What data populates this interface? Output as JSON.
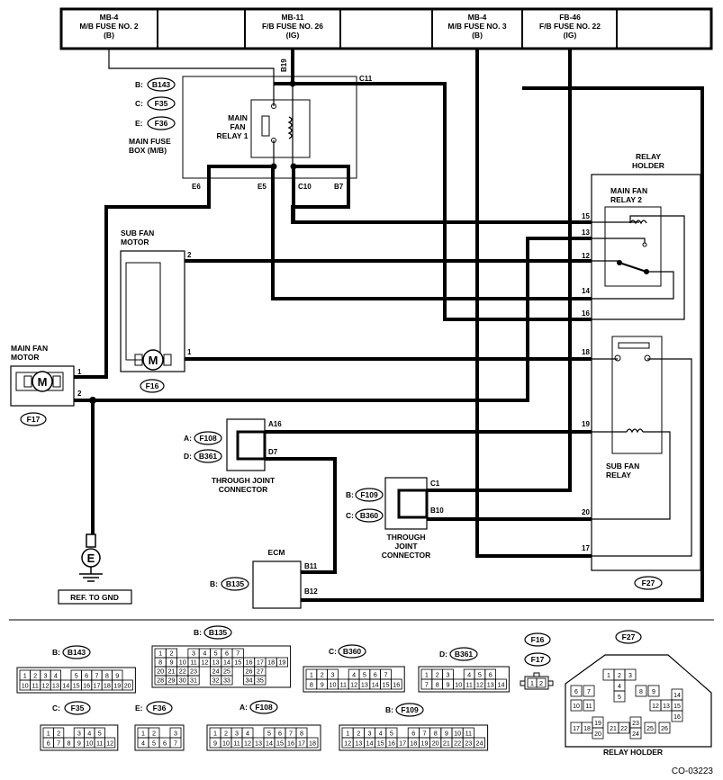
{
  "fuses": [
    {
      "line1": "MB-4",
      "line2": "M/B FUSE NO. 2",
      "line3": "(B)"
    },
    {
      "line1": "MB-11",
      "line2": "F/B FUSE NO. 26",
      "line3": "(IG)"
    },
    {
      "line1": "MB-4",
      "line2": "M/B FUSE NO. 3",
      "line3": "(B)"
    },
    {
      "line1": "FB-46",
      "line2": "F/B FUSE NO. 22",
      "line3": "(IG)"
    }
  ],
  "main_fuse_box": {
    "label_line1": "MAIN FUSE",
    "label_line2": "BOX (M/B)",
    "connectors": [
      {
        "prefix": "B:",
        "code": "B143"
      },
      {
        "prefix": "C:",
        "code": "F35"
      },
      {
        "prefix": "E:",
        "code": "F36"
      }
    ],
    "relay_line1": "MAIN",
    "relay_line2": "FAN",
    "relay_line3": "RELAY 1",
    "pins": {
      "b19": "B19",
      "c11": "C11",
      "e6": "E6",
      "e5": "E5",
      "c10": "C10",
      "b7": "B7"
    }
  },
  "relay_holder": {
    "title_line1": "RELAY",
    "title_line2": "HOLDER",
    "relay2_line1": "MAIN FAN",
    "relay2_line2": "RELAY 2",
    "sub_relay_line1": "SUB FAN",
    "sub_relay_line2": "RELAY",
    "connector": "F27",
    "pins": {
      "p15": "15",
      "p13": "13",
      "p12": "12",
      "p14": "14",
      "p16": "16",
      "p18": "18",
      "p19": "19",
      "p20": "20",
      "p17": "17"
    }
  },
  "sub_fan_motor": {
    "label_line1": "SUB FAN",
    "label_line2": "MOTOR",
    "connector": "F16",
    "pin2": "2",
    "pin1": "1",
    "symbol": "M"
  },
  "main_fan_motor": {
    "label_line1": "MAIN FAN",
    "label_line2": "MOTOR",
    "connector": "F17",
    "pin1": "1",
    "pin2": "2",
    "symbol": "M"
  },
  "through_joint_1": {
    "prefix_a": "A:",
    "code_a": "F108",
    "prefix_d": "D:",
    "code_d": "B361",
    "pin_a16": "A16",
    "pin_d7": "D7",
    "label_line1": "THROUGH JOINT",
    "label_line2": "CONNECTOR"
  },
  "through_joint_2": {
    "prefix_b": "B:",
    "code_b": "F109",
    "prefix_c": "C:",
    "code_c": "B360",
    "pin_c1": "C1",
    "pin_b10": "B10",
    "label_line1": "THROUGH",
    "label_line2": "JOINT",
    "label_line3": "CONNECTOR"
  },
  "ecm": {
    "label": "ECM",
    "prefix": "B:",
    "code": "B135",
    "pin_b11": "B11",
    "pin_b12": "B12"
  },
  "ground": {
    "symbol": "E",
    "label": "REF. TO GND"
  },
  "legend": {
    "b143": {
      "prefix": "B:",
      "code": "B143",
      "rows": [
        [
          "1",
          "2",
          "3",
          "4",
          "",
          "5",
          "6",
          "7",
          "8",
          "9"
        ],
        [
          "10",
          "11",
          "12",
          "13",
          "14",
          "15",
          "16",
          "17",
          "18",
          "19",
          "20"
        ]
      ]
    },
    "b135": {
      "prefix": "B:",
      "code": "B135",
      "rows": [
        [
          "1",
          "2",
          "",
          "3",
          "4",
          "5",
          "6",
          "7"
        ],
        [
          "8",
          "9",
          "10",
          "11",
          "12",
          "13",
          "14",
          "15",
          "16",
          "17",
          "18",
          "19"
        ],
        [
          "20",
          "21",
          "22",
          "23",
          "",
          "24",
          "25",
          "",
          "26",
          "27"
        ],
        [
          "28",
          "29",
          "30",
          "31",
          "",
          "32",
          "33",
          "",
          "34",
          "35"
        ]
      ]
    },
    "b360": {
      "prefix": "C:",
      "code": "B360",
      "rows": [
        [
          "1",
          "2",
          "3",
          "",
          "4",
          "5",
          "6",
          "7"
        ],
        [
          "8",
          "9",
          "10",
          "11",
          "12",
          "13",
          "14",
          "15",
          "16"
        ]
      ]
    },
    "b361": {
      "prefix": "D:",
      "code": "B361",
      "rows": [
        [
          "1",
          "2",
          "3",
          "",
          "4",
          "5",
          "6"
        ],
        [
          "7",
          "8",
          "9",
          "10",
          "11",
          "12",
          "13",
          "14"
        ]
      ]
    },
    "f16": {
      "code": "F16"
    },
    "f17": {
      "code": "F17",
      "cells": [
        "1",
        "2"
      ]
    },
    "f27": {
      "code": "F27",
      "label": "RELAY HOLDER",
      "cells": [
        "1",
        "2",
        "3",
        "4",
        "5",
        "6",
        "7",
        "8",
        "9",
        "10",
        "11",
        "12",
        "13",
        "14",
        "15",
        "16",
        "17",
        "18",
        "19",
        "20",
        "21",
        "22",
        "23",
        "24",
        "25",
        "26"
      ]
    },
    "f35": {
      "prefix": "C:",
      "code": "F35",
      "rows": [
        [
          "1",
          "2",
          "",
          "3",
          "4",
          "5"
        ],
        [
          "6",
          "7",
          "8",
          "9",
          "10",
          "11",
          "12"
        ]
      ]
    },
    "f36": {
      "prefix": "E:",
      "code": "F36",
      "rows": [
        [
          "1",
          "2",
          "",
          "3"
        ],
        [
          "4",
          "5",
          "6",
          "7"
        ]
      ]
    },
    "f108": {
      "prefix": "A:",
      "code": "F108",
      "rows": [
        [
          "1",
          "2",
          "3",
          "4",
          "",
          "5",
          "6",
          "7",
          "8"
        ],
        [
          "9",
          "10",
          "11",
          "12",
          "13",
          "14",
          "15",
          "16",
          "17",
          "18"
        ]
      ]
    },
    "f109": {
      "prefix": "B:",
      "code": "F109",
      "rows": [
        [
          "1",
          "2",
          "3",
          "4",
          "5",
          "",
          "6",
          "7",
          "8",
          "9",
          "10",
          "11"
        ],
        [
          "12",
          "13",
          "14",
          "15",
          "16",
          "17",
          "18",
          "19",
          "20",
          "21",
          "22",
          "23",
          "24"
        ]
      ]
    }
  },
  "diagram_code": "CO-03223"
}
